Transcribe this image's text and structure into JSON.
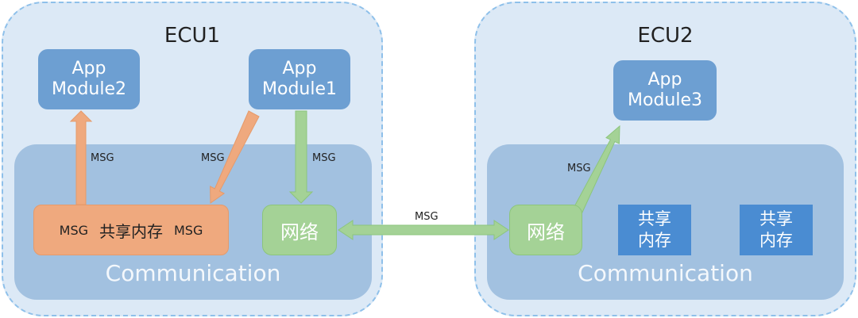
{
  "ecu1": {
    "title": "ECU1",
    "app_module2": {
      "line1": "App",
      "line2": "Module2"
    },
    "app_module1": {
      "line1": "App",
      "line2": "Module1"
    },
    "shared_memory": {
      "left_msg": "MSG",
      "label": "共享内存",
      "right_msg": "MSG"
    },
    "network": "网络",
    "communication": "Communication",
    "labels": {
      "up_msg": "MSG",
      "diag_msg": "MSG",
      "down_msg": "MSG"
    }
  },
  "ecu2": {
    "title": "ECU2",
    "app_module3": {
      "line1": "App",
      "line2": "Module3"
    },
    "network": "网络",
    "shared_memory_1": {
      "line1": "共享",
      "line2": "内存"
    },
    "shared_memory_2": {
      "line1": "共享",
      "line2": "内存"
    },
    "communication": "Communication",
    "labels": {
      "diag_msg": "MSG"
    }
  },
  "link_label": "MSG",
  "colors": {
    "ecu_bg": "#dce9f6",
    "comm_bg": "#a2c1e0",
    "app": "#6d9fd2",
    "orange": "#efa97e",
    "green": "#a4d296",
    "blue_box": "#4a8cd2"
  }
}
